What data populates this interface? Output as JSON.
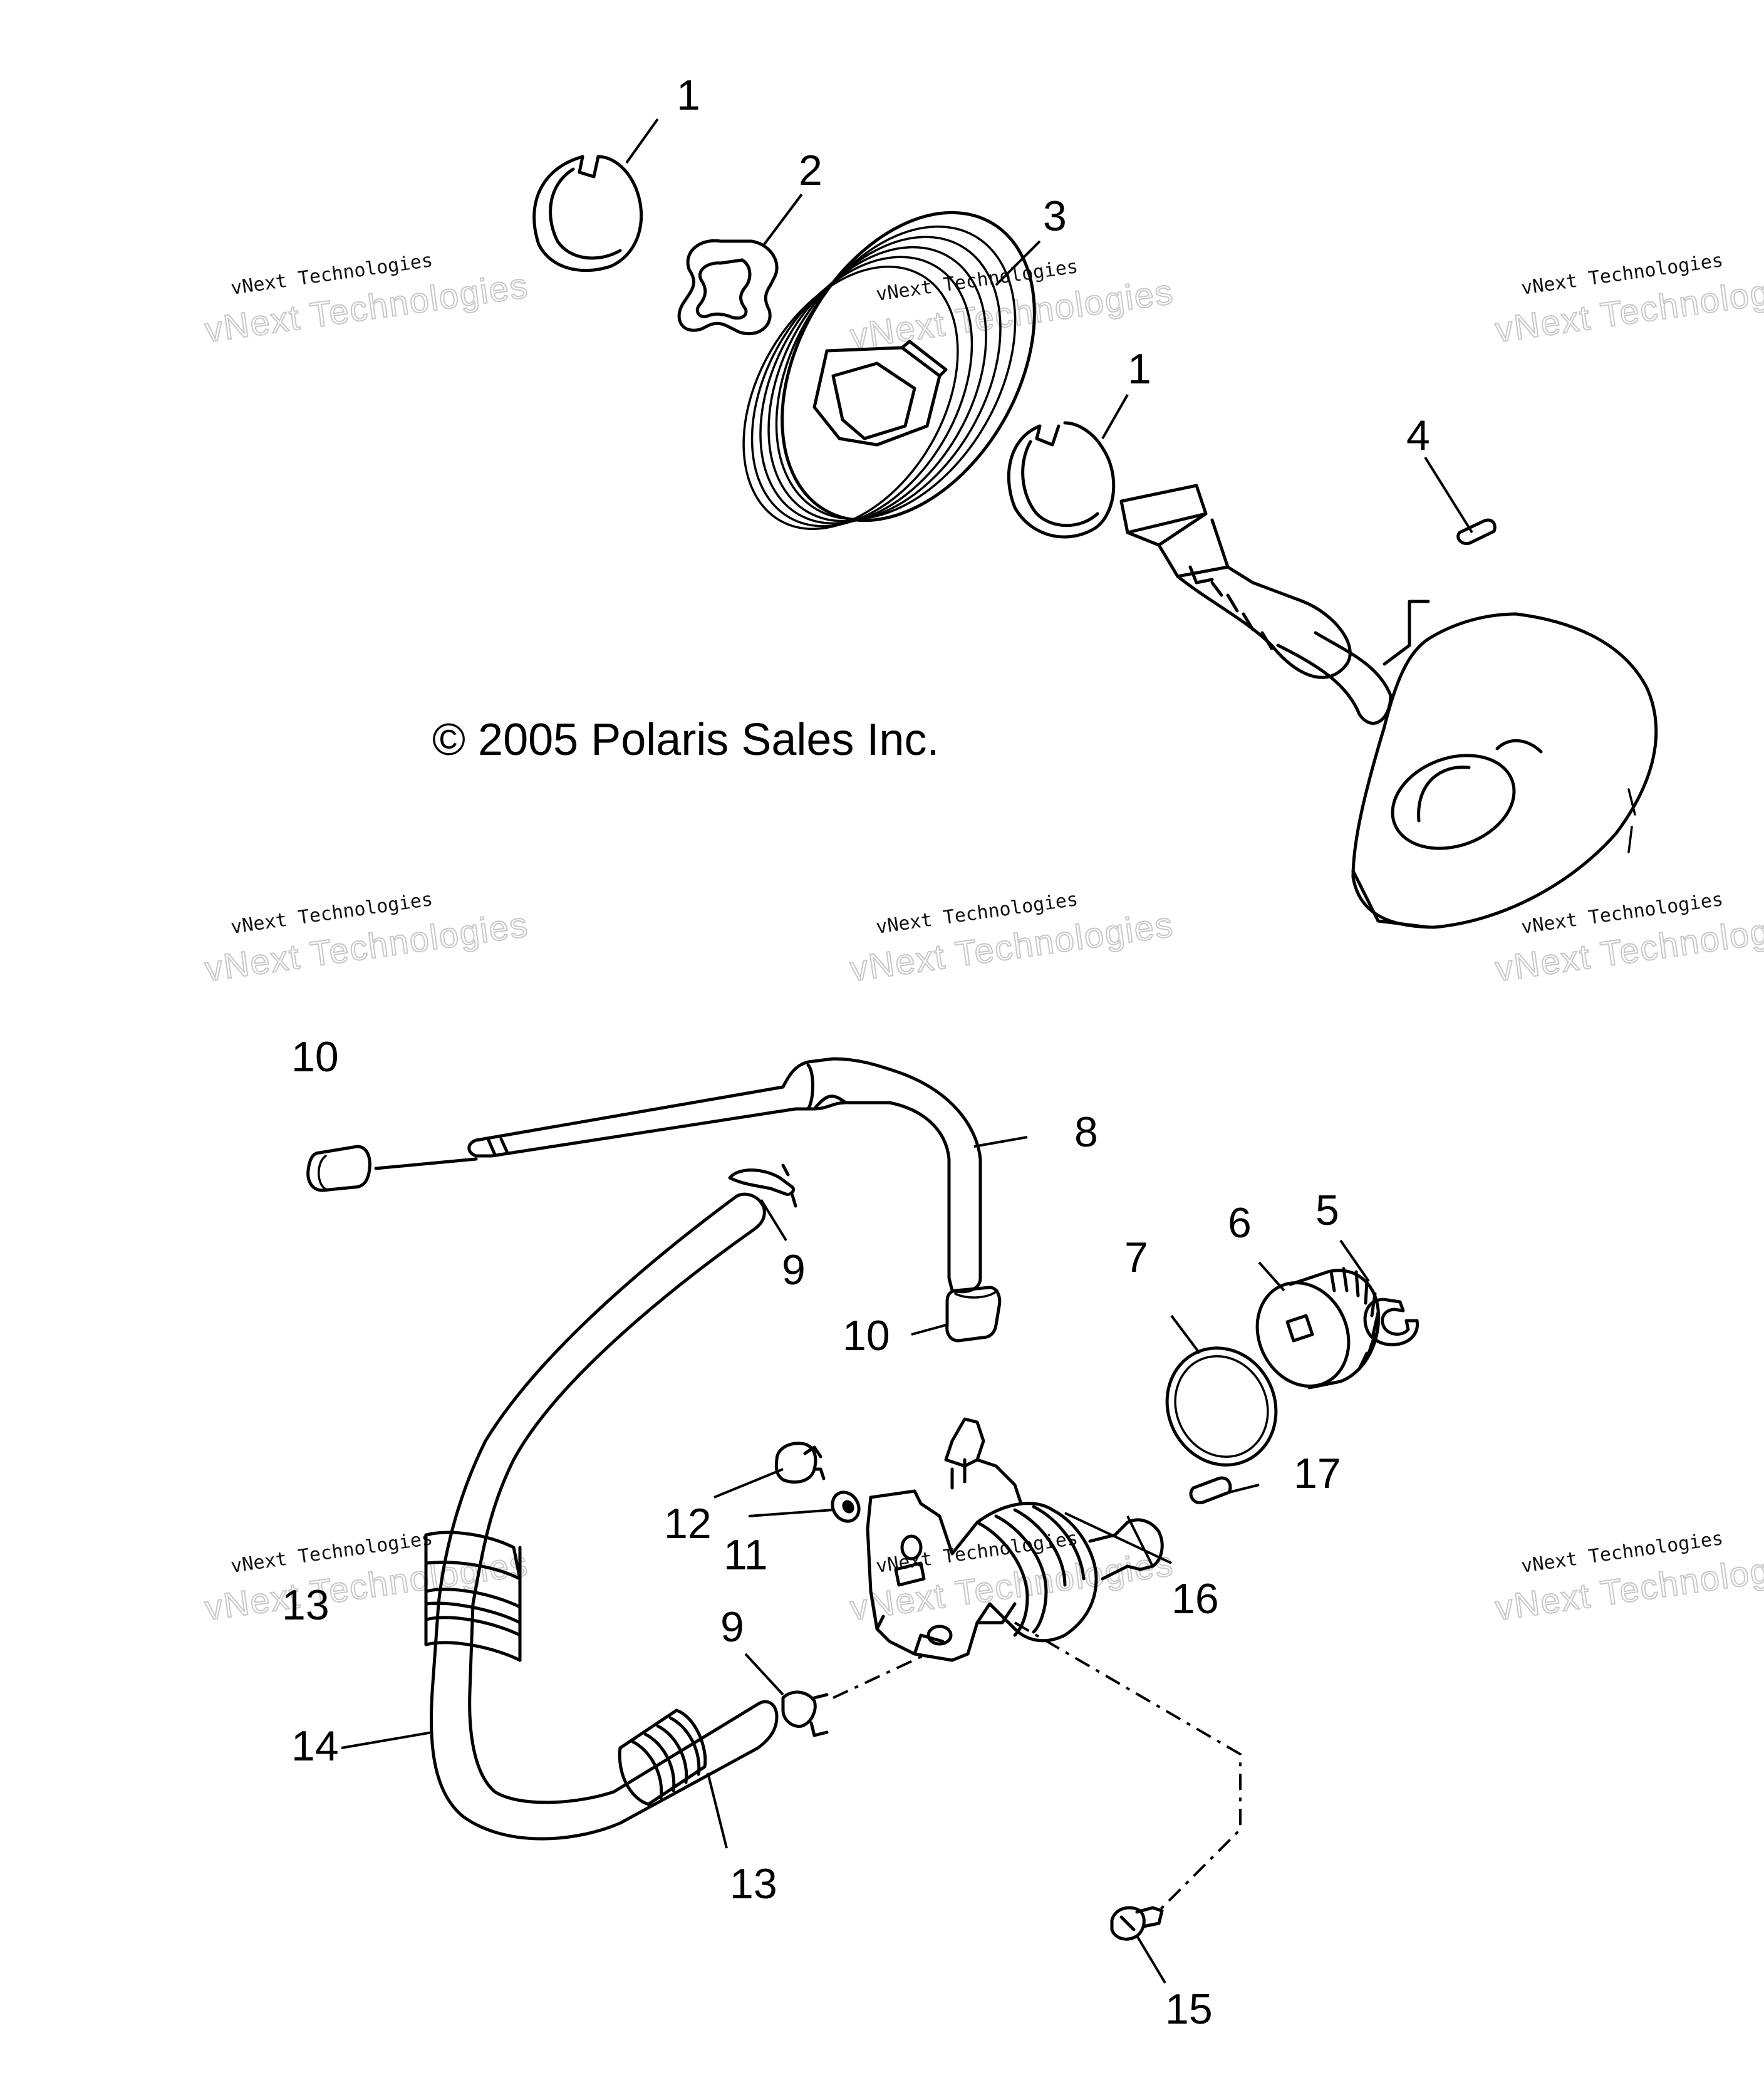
{
  "copyright": "© 2005 Polaris Sales Inc.",
  "watermark": {
    "line1": "vNext Technologies",
    "line2": "vNext Technologies"
  },
  "callouts": {
    "c1a": "1",
    "c2": "2",
    "c3": "3",
    "c1b": "1",
    "c4": "4",
    "c10a": "10",
    "c8": "8",
    "c9a": "9",
    "c10b": "10",
    "c7": "7",
    "c6": "6",
    "c5": "5",
    "c17": "17",
    "c12": "12",
    "c11": "11",
    "c16": "16",
    "c13a": "13",
    "c9b": "9",
    "c14": "14",
    "c13b": "13",
    "c15": "15"
  }
}
